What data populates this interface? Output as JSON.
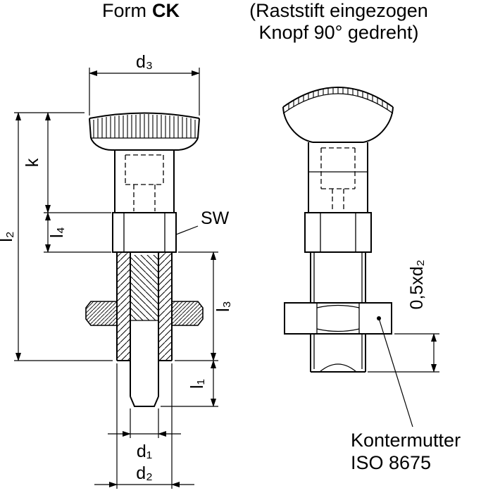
{
  "header": {
    "form_label": "Form",
    "form_variant": "CK",
    "note_line1": "(Raststift eingezogen",
    "note_line2": "Knopf 90° gedreht)"
  },
  "dim_labels": {
    "d1": "d₁",
    "d2": "d₂",
    "d3": "d₃",
    "l1": "l₁",
    "l2": "l₂",
    "l3": "l₃",
    "l4": "l₄",
    "k": "k",
    "sw": "SW",
    "half_d2": "0,5xd₂"
  },
  "callout": {
    "locknut_name": "Kontermutter",
    "locknut_standard": "ISO 8675"
  },
  "colors": {
    "ink": "#000000",
    "paper": "#ffffff"
  }
}
